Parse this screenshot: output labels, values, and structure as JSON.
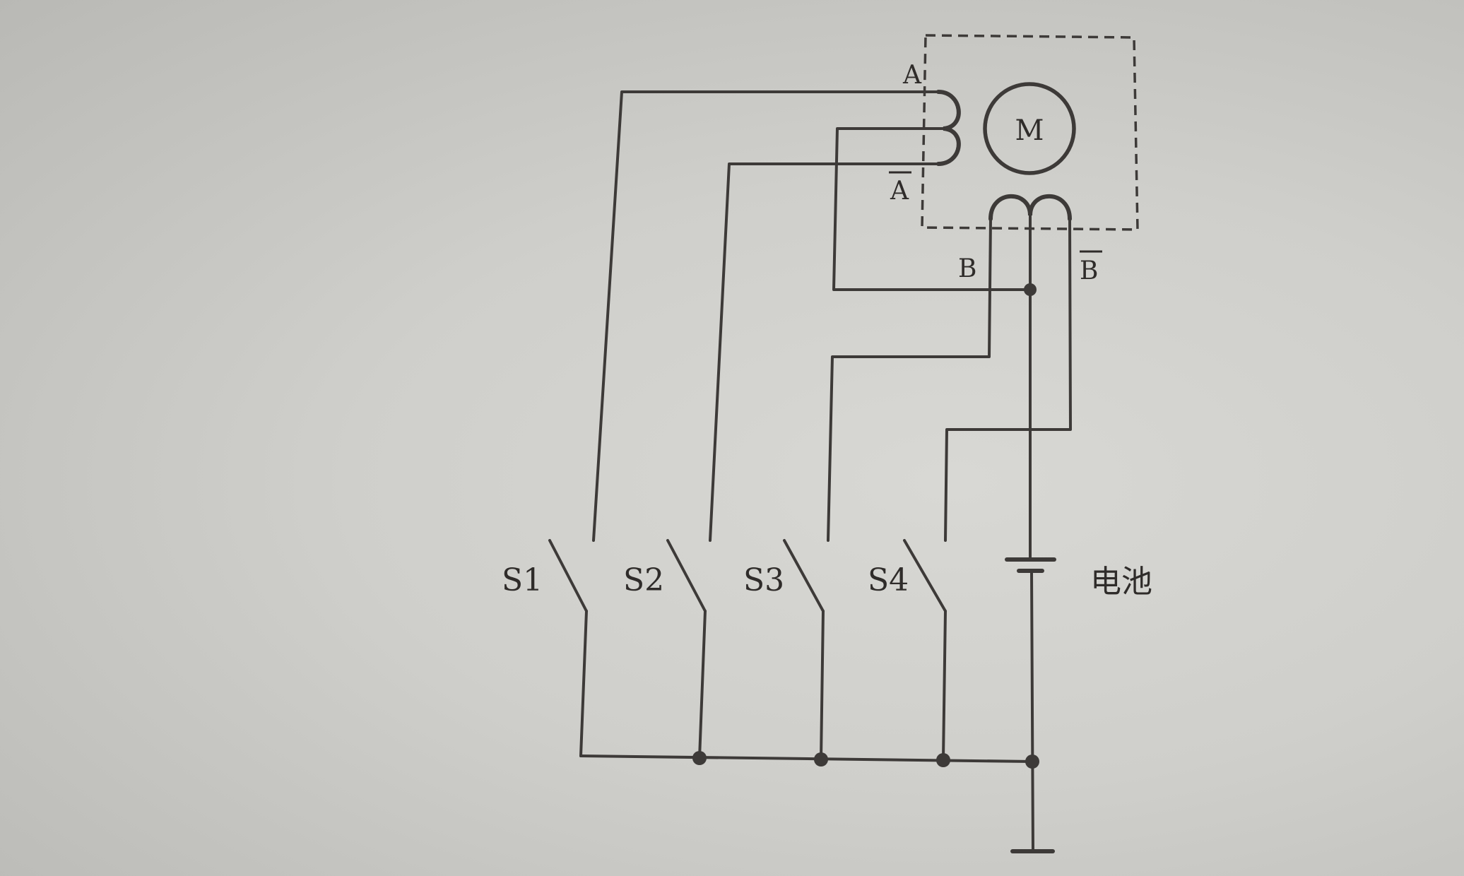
{
  "diagram": {
    "motor_label": "M",
    "terminals": {
      "a": "A",
      "a_bar": "A",
      "b": "B",
      "b_bar": "B"
    },
    "switches": [
      "S1",
      "S2",
      "S3",
      "S4"
    ],
    "battery_label": "电池"
  }
}
